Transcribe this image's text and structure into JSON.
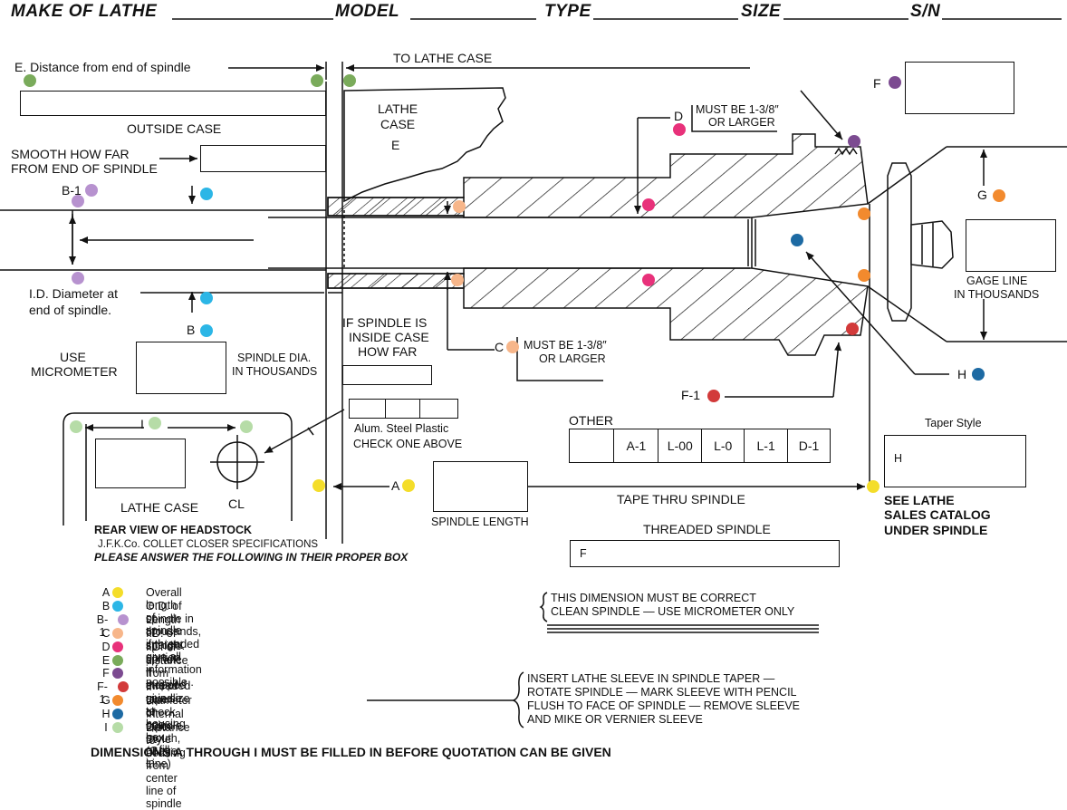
{
  "header": {
    "make": "MAKE OF LATHE",
    "model": "MODEL",
    "type": "TYPE",
    "size": "SIZE",
    "sn": "S/N"
  },
  "colors": {
    "A": "#f4dd2a",
    "B": "#2cb6e6",
    "B1": "#b792cf",
    "C": "#f7b68a",
    "D": "#e8317a",
    "E": "#7aab5b",
    "F": "#7c4b91",
    "F1": "#d23a3a",
    "G": "#f28a2e",
    "H": "#1d6aa3",
    "I": "#b6dca7"
  },
  "labels": {
    "e_distance": "E. Distance from end of spindle",
    "to_lathe_case": "TO LATHE CASE",
    "outside_case": "OUTSIDE CASE",
    "smooth_1": "SMOOTH HOW FAR",
    "smooth_2": "FROM END OF SPINDLE",
    "b1": "B-1",
    "lathe_case_1": "LATHE",
    "lathe_case_2": "CASE",
    "lathe_case_3": "E",
    "d": "D",
    "d_must_1": "MUST BE 1-3/8″",
    "d_must_2": "OR LARGER",
    "f": "F",
    "g": "G",
    "gage_1": "GAGE LINE",
    "gage_2": "IN THOUSANDS",
    "id_1": "I.D. Diameter at",
    "id_2": "end of spindle.",
    "b": "B",
    "if_spindle_1": "IF SPINDLE IS",
    "if_spindle_2": "INSIDE CASE",
    "if_spindle_3": "HOW FAR",
    "c": "C",
    "c_must_1": "MUST BE 1-3/8″",
    "c_must_2": "OR LARGER",
    "h": "H",
    "use_1": "USE",
    "use_2": "MICROMETER",
    "spindle_dia_1": "SPINDLE DIA.",
    "spindle_dia_2": "IN THOUSANDS",
    "f1": "F-1",
    "i": "I",
    "materials": "Alum.  Steel  Plastic",
    "check_one": "CHECK ONE ABOVE",
    "other": "OTHER",
    "taper_style": "Taper Style",
    "taper_h": "H",
    "lathe_case_rear": "LATHE CASE",
    "cl": "CL",
    "a": "A",
    "spindle_length": "SPINDLE LENGTH",
    "tape_thru": "TAPE THRU SPINDLE",
    "see_1": "SEE LATHE",
    "see_2": "SALES CATALOG",
    "see_3": "UNDER SPINDLE",
    "rear_1": "REAR VIEW OF HEADSTOCK",
    "rear_2": "J.F.K.Co. COLLET CLOSER SPECIFICATIONS",
    "rear_3": "PLEASE ANSWER THE FOLLOWING IN THEIR PROPER BOX",
    "threaded": "THREADED SPINDLE",
    "threaded_f": "F"
  },
  "taper_options": [
    "",
    "A-1",
    "L-00",
    "L-0",
    "L-1",
    "D-1"
  ],
  "legend": [
    {
      "key": "A",
      "color": "#f4dd2a",
      "text": "Overall length of spindle"
    },
    {
      "key": "B",
      "color": "#2cb6e6",
      "text": "O.D. of spindle in thousands, if threaded give all information possible.."
    },
    {
      "key": "B-1",
      "color": "#b792cf",
      "text": "Length of straight portion"
    },
    {
      "key": "C",
      "color": "#f7b68a",
      "text": "I.D. of spindle."
    },
    {
      "key": "D",
      "color": "#e8317a",
      "text": "I.D. of spindle if stepped"
    },
    {
      "key": "E",
      "color": "#7aab5b",
      "text": "distance from end of spindle to housing"
    },
    {
      "key": "F",
      "color": "#7c4b91",
      "text": "If threaded give size -"
    },
    {
      "key": "F-1",
      "color": "#d23a3a",
      "text": "If taper check one box or fill in"
    },
    {
      "key": "G",
      "color": "#f28a2e",
      "text": "Diameter of spindle mouth, (Gage Line)"
    },
    {
      "key": "H",
      "color": "#1d6aa3",
      "text": "Internal taper Style"
    },
    {
      "key": "I",
      "color": "#b6dca7",
      "text": "Distance to housing from center line of spindle"
    }
  ],
  "notes": {
    "correct_1": "THIS DIMENSION MUST BE CORRECT",
    "correct_2": "CLEAN SPINDLE — USE MICROMETER ONLY",
    "sleeve_1": "INSERT LATHE SLEEVE IN SPINDLE TAPER —",
    "sleeve_2": "ROTATE SPINDLE — MARK SLEEVE WITH PENCIL",
    "sleeve_3": "FLUSH TO FACE OF SPINDLE — REMOVE SLEEVE",
    "sleeve_4": "AND MIKE OR VERNIER SLEEVE"
  },
  "footer": "DIMENSIONS A THROUGH I MUST BE FILLED IN BEFORE QUOTATION CAN BE GIVEN"
}
